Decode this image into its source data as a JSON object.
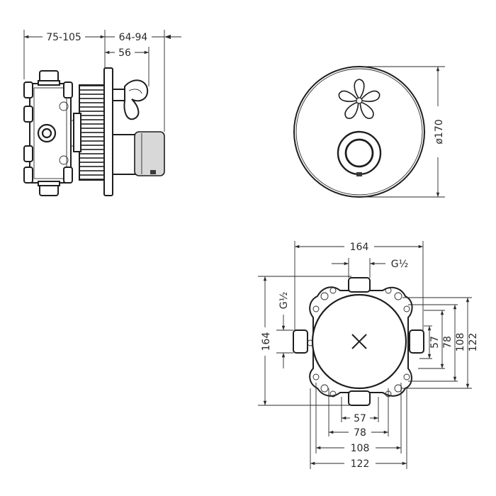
{
  "side_view": {
    "dim_total_depth": "75-105",
    "dim_handle_depth": "64-94",
    "dim_handle_offset": "56"
  },
  "front_view": {
    "dim_diameter": "ø170"
  },
  "rear_view": {
    "dim_width_top": "164",
    "dim_thread_top": "G½",
    "dim_thread_left": "G½",
    "dim_height_left": "164",
    "dim_right_57": "57",
    "dim_right_78": "78",
    "dim_right_108": "108",
    "dim_right_122": "122",
    "dim_bottom_57": "57",
    "dim_bottom_78": "78",
    "dim_bottom_108": "108",
    "dim_bottom_122": "122"
  }
}
